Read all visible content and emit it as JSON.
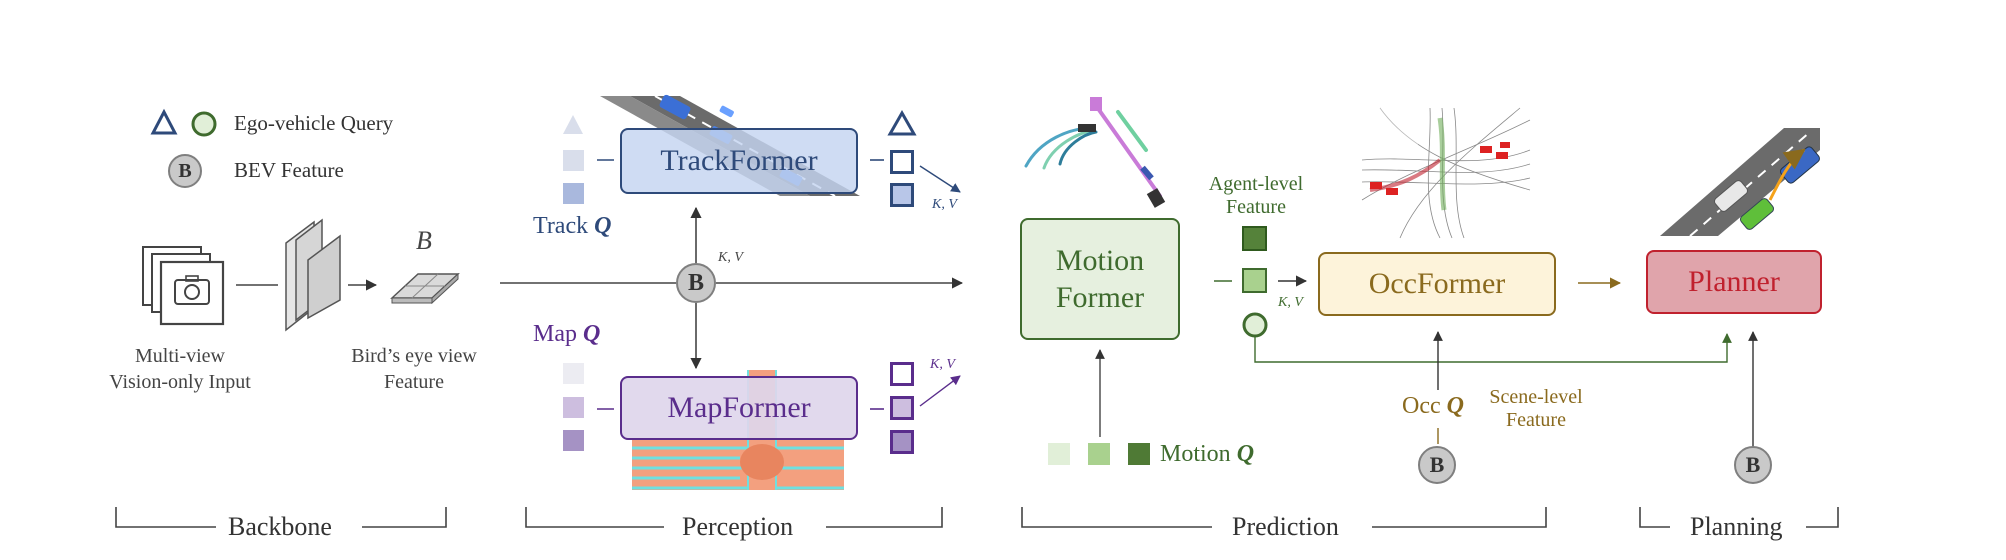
{
  "legend": {
    "ego_query_label": "Ego-vehicle Query",
    "bev_feature_label": "BEV Feature",
    "bev_symbol": "B"
  },
  "backbone": {
    "input_label_line1": "Multi-view",
    "input_label_line2": "Vision-only Input",
    "bev_label_line1": "Bird’s eye view",
    "bev_label_line2": "Feature",
    "bev_letter": "B"
  },
  "perception": {
    "trackformer": "TrackFormer",
    "mapformer": "MapFormer",
    "track_q_prefix": "Track",
    "map_q_prefix": "Map",
    "q_symbol": "Q",
    "kv": "K, V"
  },
  "prediction": {
    "motion_former_line1": "Motion",
    "motion_former_line2": "Former",
    "agent_feature_line1": "Agent-level",
    "agent_feature_line2": "Feature",
    "occformer": "OccFormer",
    "motion_q_prefix": "Motion",
    "occ_q_prefix": "Occ",
    "scene_feature_line1": "Scene-level",
    "scene_feature_line2": "Feature",
    "kv": "K, V"
  },
  "planning": {
    "planner": "Planner"
  },
  "sections": {
    "backbone": "Backbone",
    "perception": "Perception",
    "prediction": "Prediction",
    "planning": "Planning"
  },
  "colors": {
    "track_blue": "#2e4a7a",
    "map_purple": "#5a2d8c",
    "motion_green": "#3f6b2e",
    "occ_gold": "#8a6a1e",
    "planner_red": "#c0212e"
  }
}
